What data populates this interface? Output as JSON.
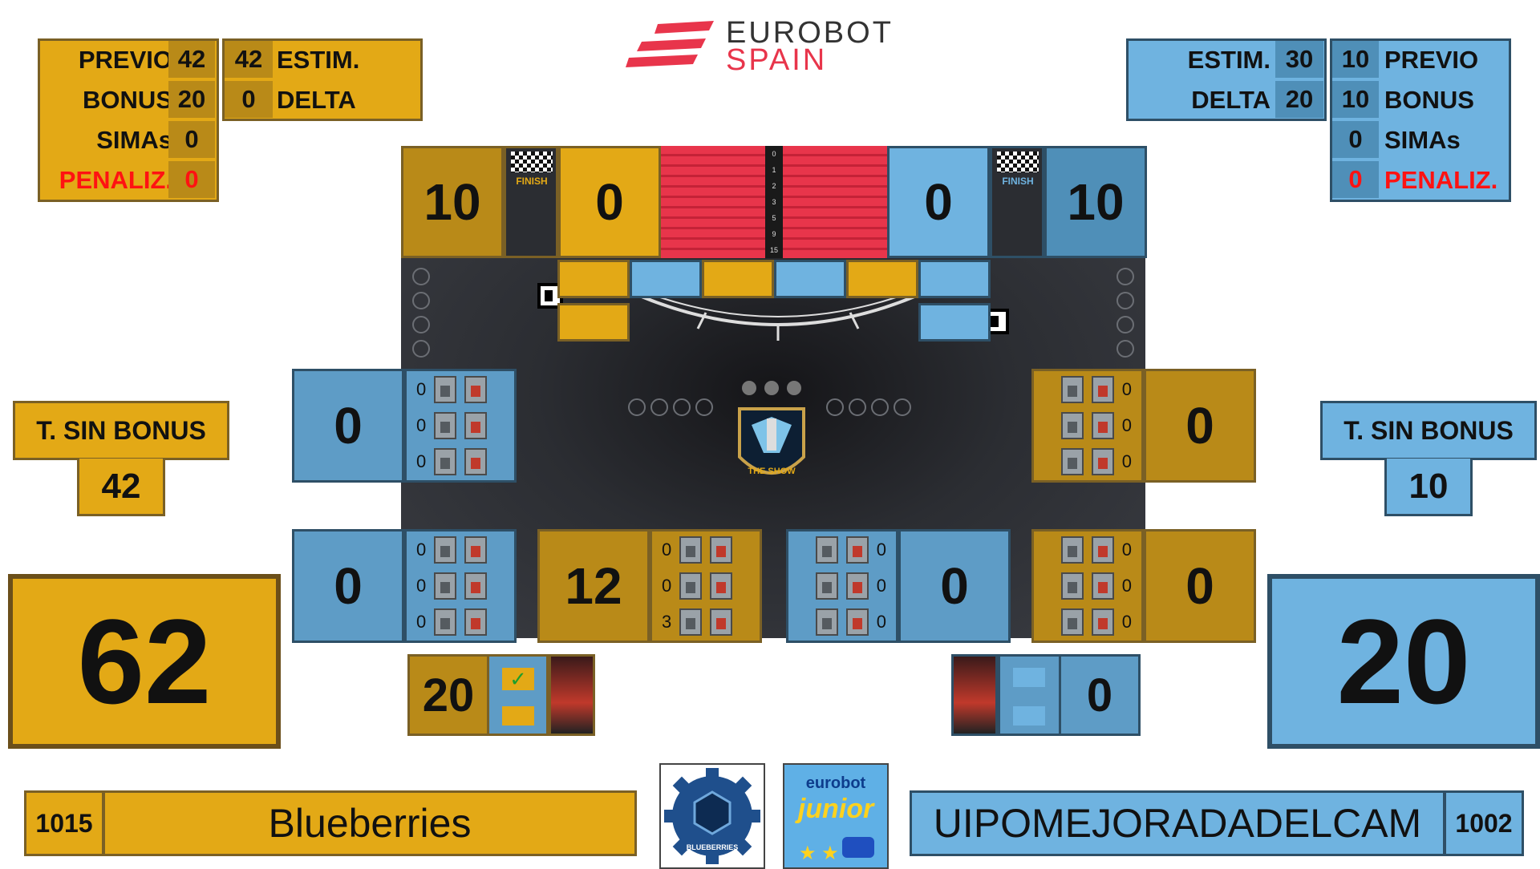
{
  "header": {
    "logo_line1": "EUROBOT",
    "logo_line2": "SPAIN"
  },
  "left_stats": {
    "previo_label": "PREVIO",
    "previo": "42",
    "estim": "42",
    "estim_label": "ESTIM.",
    "bonus_label": "BONUS",
    "bonus": "20",
    "delta": "0",
    "delta_label": "DELTA",
    "simas_label": "SIMAs",
    "simas": "0",
    "penaliz_label": "PENALIZ.",
    "penaliz": "0"
  },
  "right_stats": {
    "estim_label": "ESTIM.",
    "estim": "30",
    "previo": "10",
    "previo_label": "PREVIO",
    "delta_label": "DELTA",
    "delta": "20",
    "bonus": "10",
    "bonus_label": "BONUS",
    "simas": "0",
    "simas_label": "SIMAs",
    "penaliz": "0",
    "penaliz_label": "PENALIZ."
  },
  "top_field": {
    "left_finish": "10",
    "left_score": "0",
    "right_score": "0",
    "right_finish": "10",
    "finish_label": "FINISH",
    "ladder": [
      "0",
      "1",
      "2",
      "3",
      "5",
      "9",
      "15"
    ]
  },
  "left_sin_bonus": {
    "label": "T. SIN BONUS",
    "value": "42"
  },
  "right_sin_bonus": {
    "label": "T. SIN BONUS",
    "value": "10"
  },
  "left_total": "62",
  "right_total": "20",
  "zones": {
    "left_mid": {
      "score": "0",
      "counts": [
        "0",
        "0",
        "0"
      ]
    },
    "right_mid": {
      "score": "0",
      "counts": [
        "0",
        "0",
        "0"
      ]
    },
    "left_bottom": {
      "score": "0",
      "counts": [
        "0",
        "0",
        "0"
      ]
    },
    "center_left": {
      "score": "12",
      "counts": [
        "0",
        "0",
        "3"
      ]
    },
    "center_right": {
      "score": "0",
      "counts": [
        "0",
        "0",
        "0"
      ]
    },
    "right_bottom": {
      "score": "0",
      "counts": [
        "0",
        "0",
        "0"
      ]
    }
  },
  "field_center": {
    "text": "THE SHOW"
  },
  "banners": {
    "left_score": "20",
    "left_check": "✓",
    "right_score": "0"
  },
  "teams": {
    "left_id": "1015",
    "left_name": "Blueberries",
    "right_name": "UIPOMEJORADADELCAM",
    "right_id": "1002",
    "logo_left_text": "BLUEBERRIES",
    "logo_right_top": "eurobot",
    "logo_right_bottom": "junior"
  },
  "colors": {
    "yellow": "#e3a916",
    "blue": "#6fb3e0",
    "penalty": "#ff1212"
  }
}
